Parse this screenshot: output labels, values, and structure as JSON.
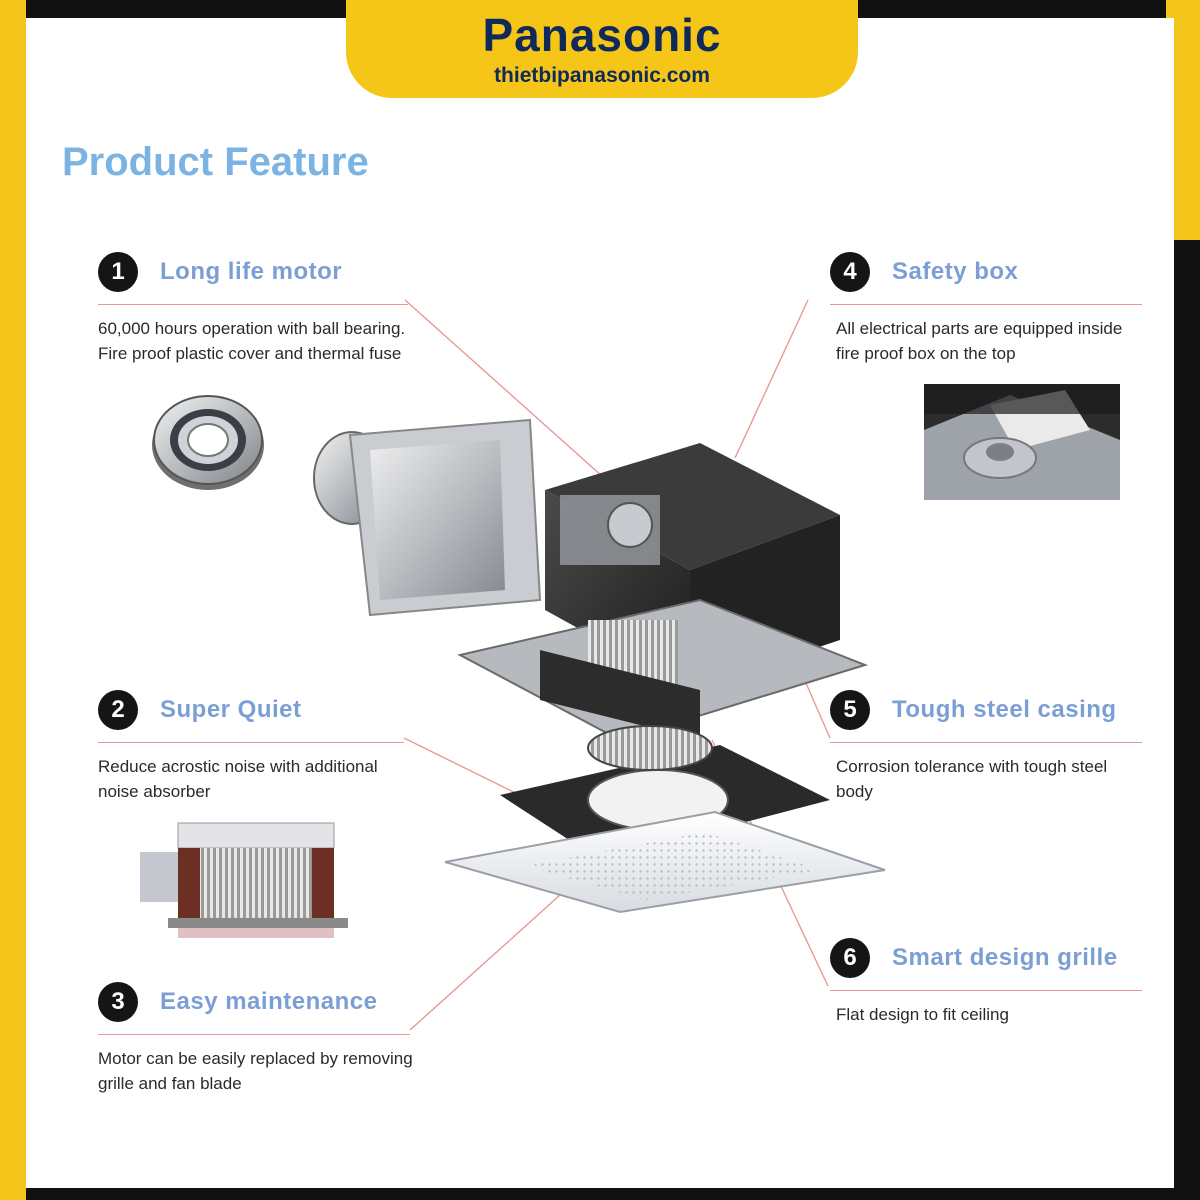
{
  "header": {
    "brand": "Panasonic",
    "website": "thietbipanasonic.com"
  },
  "page": {
    "title": "Product Feature"
  },
  "features": [
    {
      "number": "1",
      "title": "Long life motor",
      "description": "60,000 hours operation with ball bearing. Fire proof plastic cover and thermal fuse"
    },
    {
      "number": "2",
      "title": "Super Quiet",
      "description": "Reduce acrostic noise with additional noise absorber"
    },
    {
      "number": "3",
      "title": "Easy maintenance",
      "description": "Motor can be easily replaced by removing grille and fan blade"
    },
    {
      "number": "4",
      "title": "Safety box",
      "description": "All electrical parts are equipped inside fire proof box on the top"
    },
    {
      "number": "5",
      "title": "Tough steel casing",
      "description": "Corrosion tolerance with tough steel body"
    },
    {
      "number": "6",
      "title": "Smart design grille",
      "description": "Flat design to fit ceiling"
    }
  ],
  "colors": {
    "brand_yellow": "#f5c518",
    "brand_navy": "#0f2a5a",
    "title_blue": "#7bb4e2",
    "feature_title_blue": "#7b9fd4",
    "leader_line": "#e79a95"
  }
}
